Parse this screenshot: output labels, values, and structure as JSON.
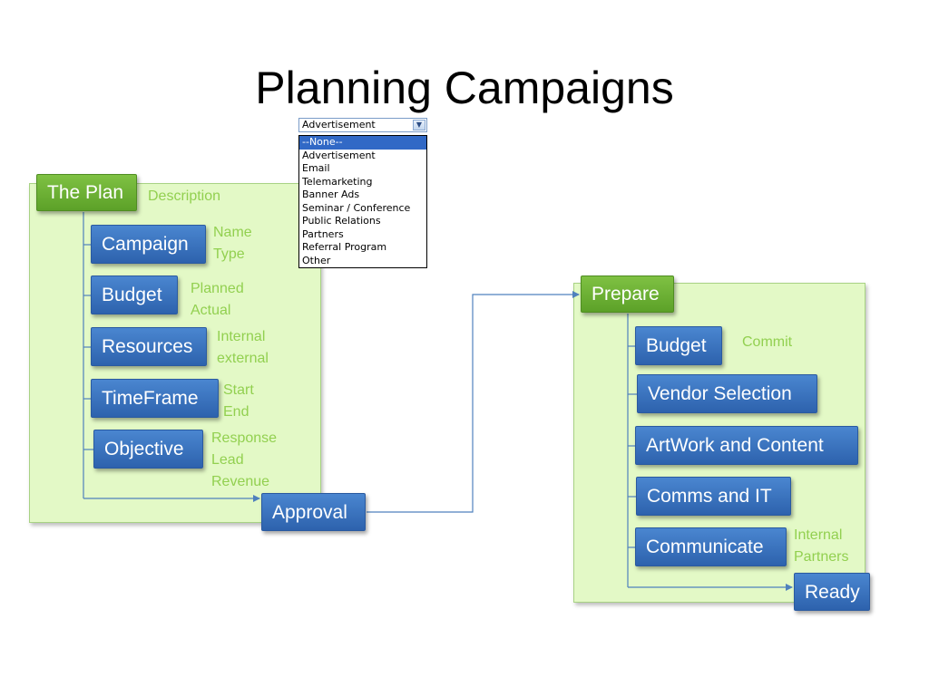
{
  "title": "Planning Campaigns",
  "plan": {
    "header": "The Plan",
    "description": "Description",
    "items": [
      {
        "label": "Campaign",
        "notes": [
          "Name",
          "Type"
        ]
      },
      {
        "label": "Budget",
        "notes": [
          "Planned",
          "Actual"
        ]
      },
      {
        "label": "Resources",
        "notes": [
          "Internal",
          "external"
        ]
      },
      {
        "label": "TimeFrame",
        "notes": [
          "Start",
          "End"
        ]
      },
      {
        "label": "Objective",
        "notes": [
          "Response",
          "Lead",
          "Revenue"
        ]
      }
    ]
  },
  "approval": "Approval",
  "prepare": {
    "header": "Prepare",
    "items": [
      {
        "label": "Budget",
        "notes": [
          "Commit"
        ]
      },
      {
        "label": "Vendor Selection",
        "notes": []
      },
      {
        "label": "ArtWork and Content",
        "notes": []
      },
      {
        "label": "Comms and IT",
        "notes": []
      },
      {
        "label": "Communicate",
        "notes": [
          "Internal",
          "Partners"
        ]
      }
    ]
  },
  "ready": "Ready",
  "type_dropdown": {
    "selected": "Advertisement",
    "options": [
      "--None--",
      "Advertisement",
      "Email",
      "Telemarketing",
      "Banner Ads",
      "Seminar / Conference",
      "Public Relations",
      "Partners",
      "Referral Program",
      "Other"
    ]
  },
  "colors": {
    "node_blue": "#3a74c0",
    "node_green": "#6db33f",
    "panel_fill": "#e3f9c6",
    "note_text": "#92d050",
    "connector": "#4f81bd"
  }
}
